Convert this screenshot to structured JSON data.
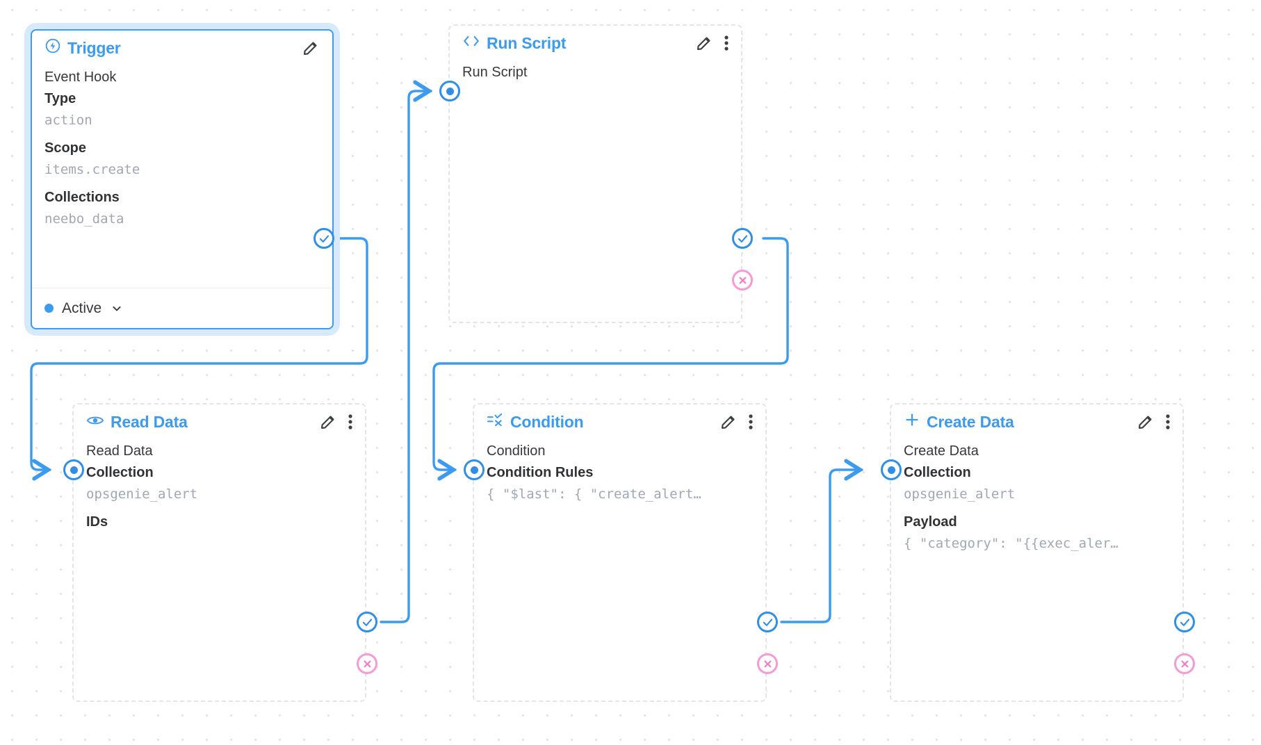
{
  "canvas": {
    "background": "#ffffff",
    "dot_color": "#e4e4e7",
    "accent": "#3b9bf0",
    "success_color": "#2f8fe8",
    "error_color": "#f79ad3",
    "edge_color": "#3b9bf0"
  },
  "nodes": [
    {
      "id": "trigger",
      "title": "Trigger",
      "icon": "bolt-circle-icon",
      "subtitle": "Event Hook",
      "fields": [
        {
          "label": "Type",
          "value": "action"
        },
        {
          "label": "Scope",
          "value": "items.create"
        },
        {
          "label": "Collections",
          "value": "neebo_data"
        }
      ],
      "status": {
        "label": "Active",
        "dot_color": "#3b9bf0"
      },
      "has_more_menu": false
    },
    {
      "id": "run-script",
      "title": "Run Script",
      "icon": "code-brackets-icon",
      "subtitle": "Run Script",
      "fields": [],
      "has_more_menu": true
    },
    {
      "id": "read-data",
      "title": "Read Data",
      "icon": "eye-icon",
      "subtitle": "Read Data",
      "fields": [
        {
          "label": "Collection",
          "value": "opsgenie_alert"
        },
        {
          "label": "IDs",
          "value": ""
        }
      ],
      "has_more_menu": true
    },
    {
      "id": "condition",
      "title": "Condition",
      "icon": "filter-check-icon",
      "subtitle": "Condition",
      "fields": [
        {
          "label": "Condition Rules",
          "value": "{ \"$last\": { \"create_alert…"
        }
      ],
      "has_more_menu": true
    },
    {
      "id": "create-data",
      "title": "Create Data",
      "icon": "plus-icon",
      "subtitle": "Create Data",
      "fields": [
        {
          "label": "Collection",
          "value": "opsgenie_alert"
        },
        {
          "label": "Payload",
          "value": "{ \"category\": \"{{exec_aler…"
        }
      ],
      "has_more_menu": true
    }
  ],
  "icons": {
    "edit": "pencil-icon",
    "more": "dots-vertical-icon",
    "chevron": "chevron-down-icon",
    "port_success": "check-circle-icon",
    "port_error": "x-circle-icon",
    "port_input": "dot-circle-icon"
  }
}
